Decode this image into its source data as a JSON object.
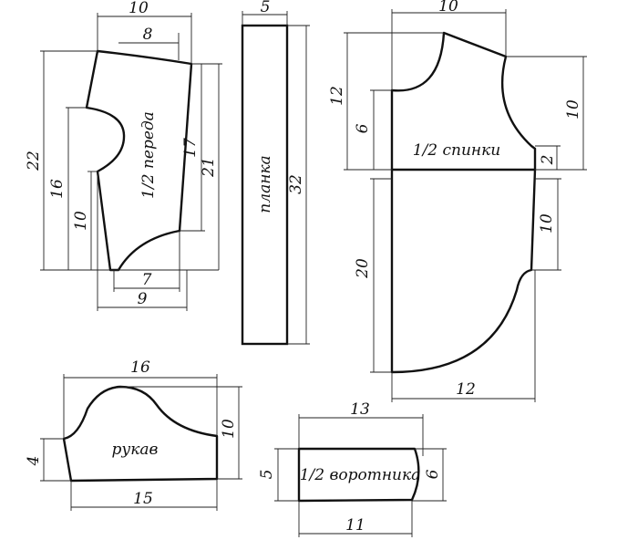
{
  "pieces": {
    "front": {
      "label": "1/2 переда",
      "dims": {
        "top_width": "10",
        "shoulder_width": "8",
        "height": "22",
        "armhole_depth": "16",
        "lower_side": "10",
        "side_length": "17",
        "side_height": "21",
        "bottom_width": "7",
        "bottom_full": "9"
      }
    },
    "placket": {
      "label": "планка",
      "dims": {
        "width": "5",
        "length": "32"
      }
    },
    "back": {
      "label": "1/2 спинки",
      "dims": {
        "top_width": "10",
        "upper_height": "12",
        "neck_depth": "6",
        "shoulder_drop": "10",
        "side_step": "2",
        "lower_side": "10",
        "lower_height": "20",
        "bottom_width": "12"
      }
    },
    "sleeve": {
      "label": "рукав",
      "dims": {
        "top_width": "16",
        "side_left": "4",
        "side_right": "10",
        "bottom_width": "15"
      }
    },
    "collar": {
      "label": "1/2 воротника",
      "dims": {
        "top_width": "13",
        "left_height": "5",
        "right_height": "6",
        "bottom_width": "11"
      }
    }
  }
}
